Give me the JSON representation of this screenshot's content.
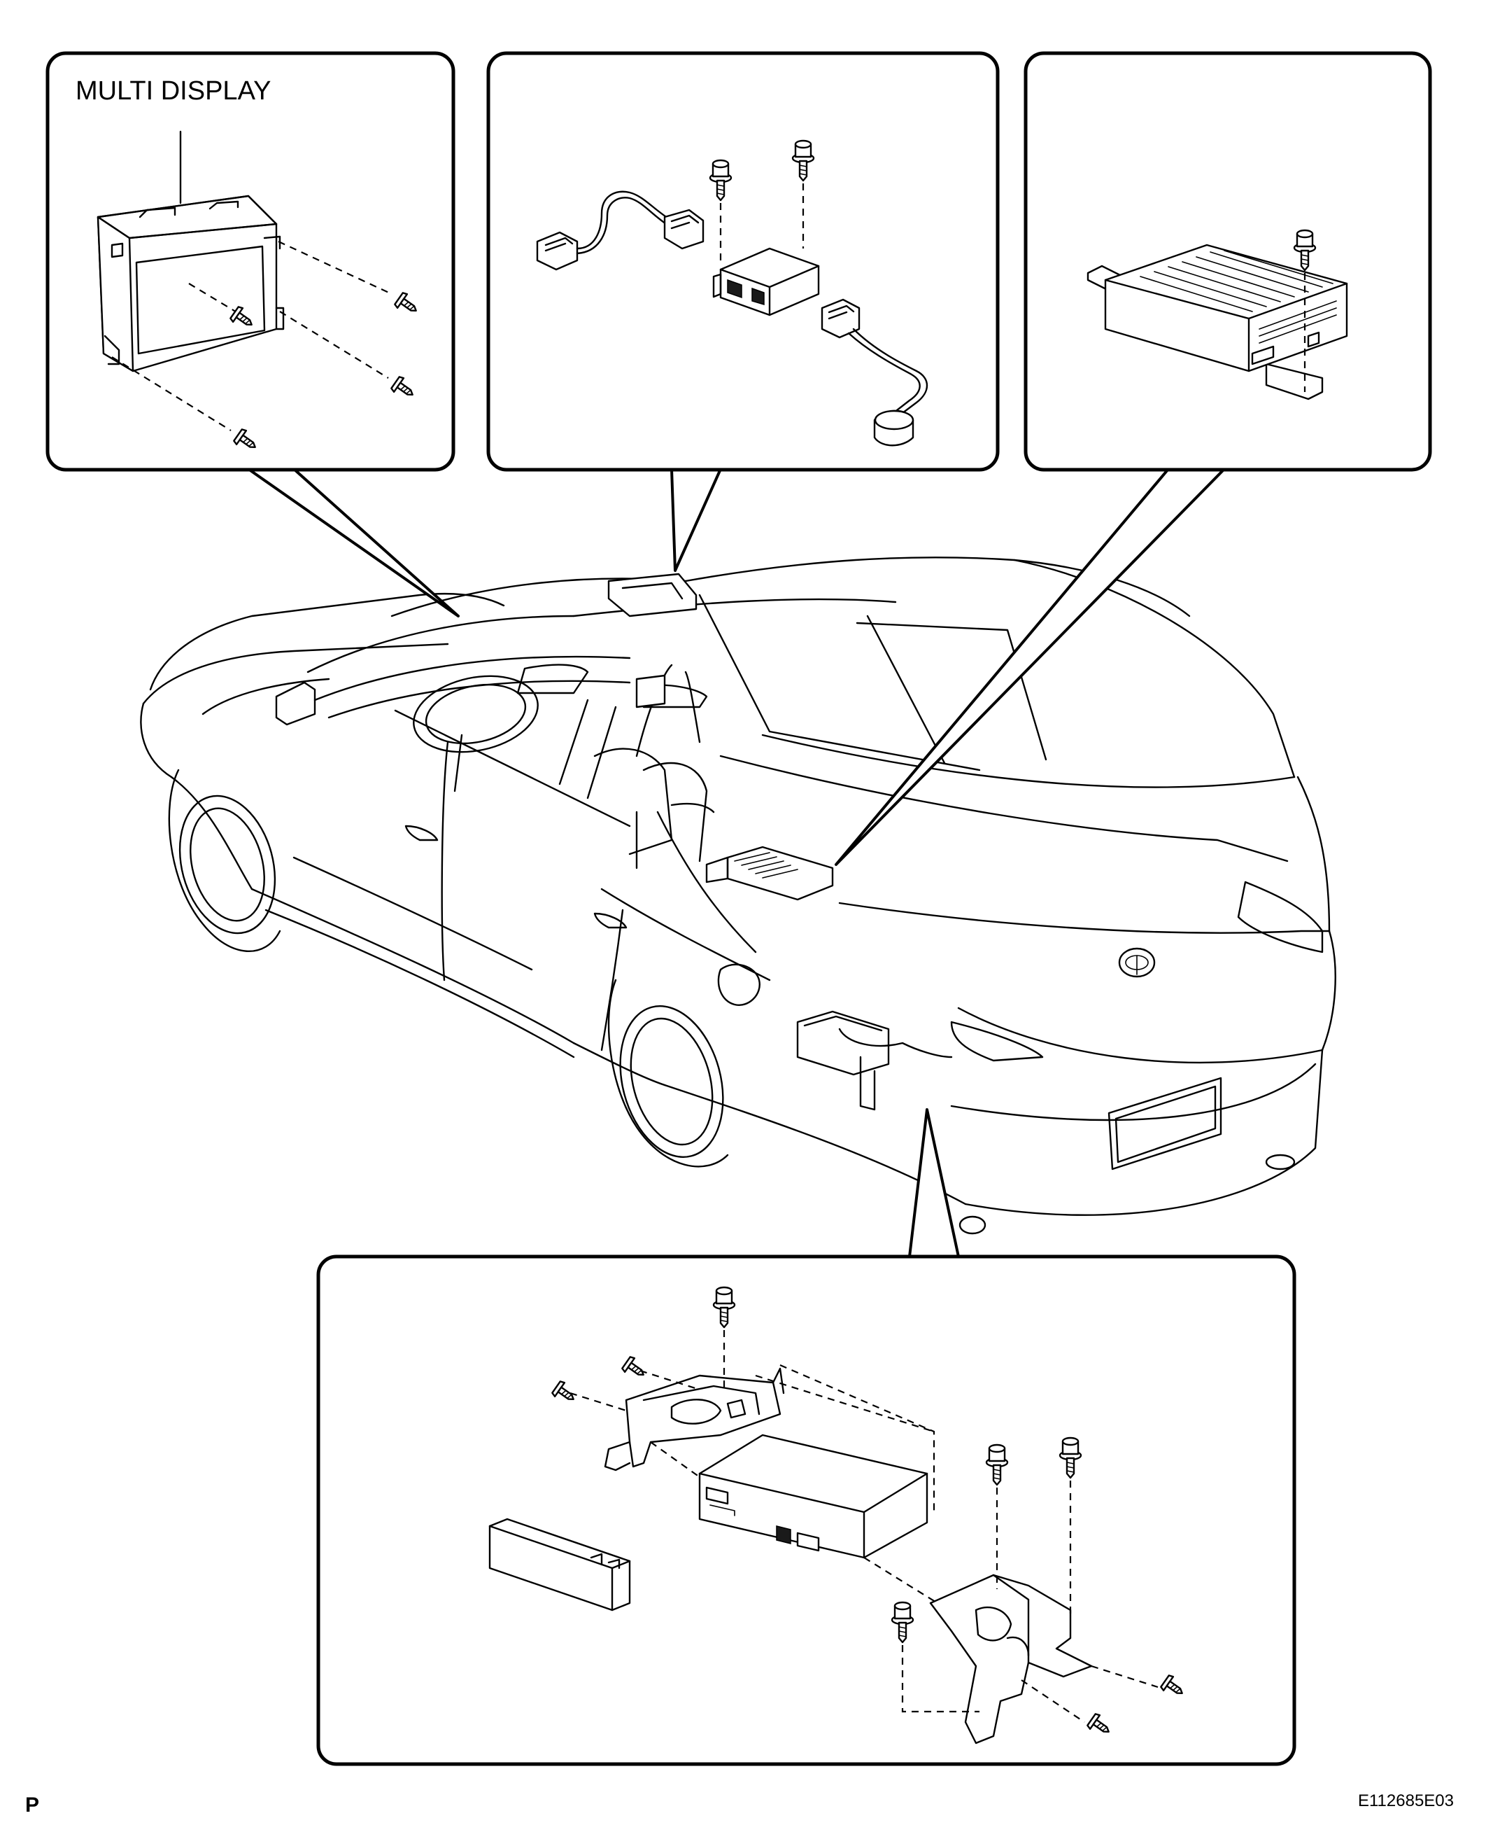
{
  "labels": {
    "multi_display": "MULTI DISPLAY",
    "page_letter": "P",
    "figure_code": "E112685E03"
  },
  "icons": [
    "screw-icon",
    "bolt-icon"
  ]
}
